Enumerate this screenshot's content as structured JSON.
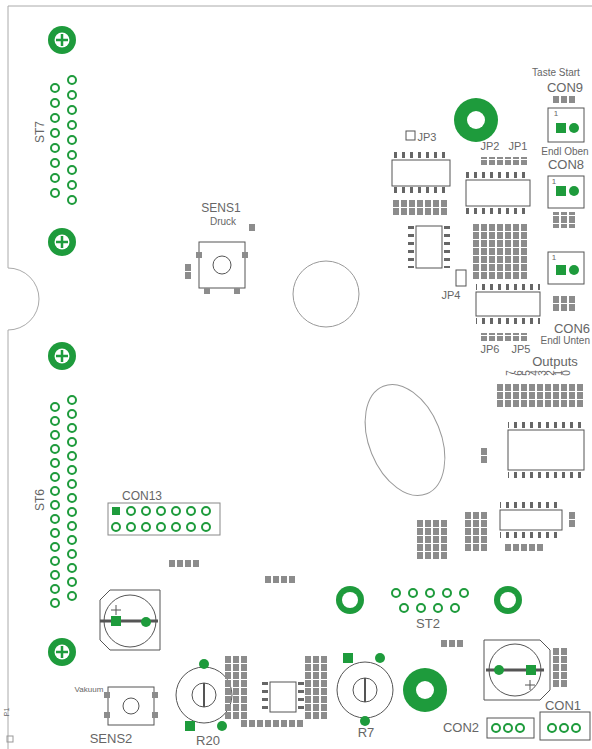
{
  "diagram": {
    "labels": [
      "Taste Start",
      "CON9",
      "1",
      "JP3",
      "JP2",
      "JP1",
      "Endl Oben",
      "CON8",
      "1",
      "ST7",
      "SENS1",
      "Druck",
      "1",
      "JP4",
      "CON6",
      "Endl Unten",
      "JP6",
      "JP5",
      "Outputs",
      "7",
      "6",
      "5",
      "4",
      "3",
      "2",
      "1",
      "0",
      "ST6",
      "CON13",
      "ST2",
      "Vakuum",
      "SENS2",
      "R20",
      "R7",
      "CON2",
      "CON1",
      "P1"
    ]
  }
}
